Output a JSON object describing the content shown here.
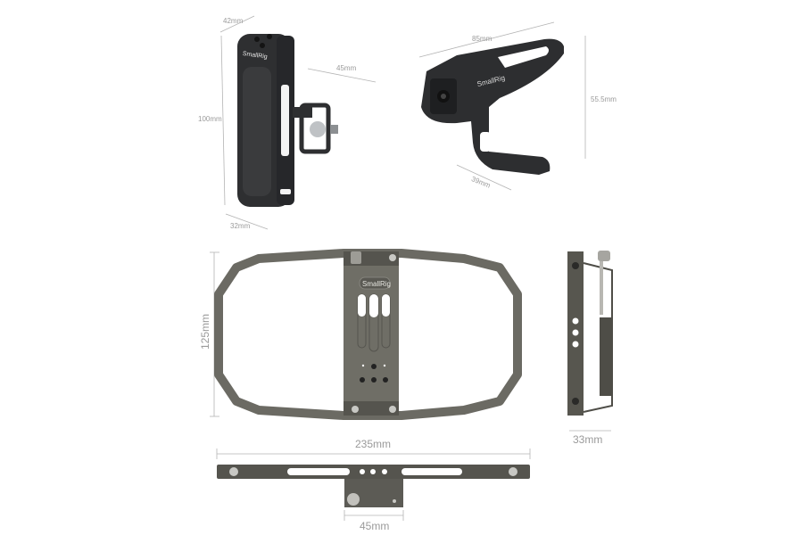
{
  "diagram": {
    "brand": "SmallRig",
    "products": [
      {
        "name": "side-handle",
        "dimensions": {
          "width": "42mm",
          "depth": "32mm",
          "height": "100mm",
          "arm": "45mm"
        }
      },
      {
        "name": "top-handle",
        "dimensions": {
          "length": "85mm",
          "height": "55.5mm",
          "base": "39mm"
        }
      },
      {
        "name": "phone-cage-front",
        "dimensions": {
          "height": "125mm"
        }
      },
      {
        "name": "phone-cage-side",
        "dimensions": {
          "depth": "33mm"
        }
      },
      {
        "name": "phone-cage-top",
        "dimensions": {
          "width": "235mm",
          "clamp": "45mm"
        }
      }
    ]
  },
  "labels": {
    "side_width": "42mm",
    "side_height": "100mm",
    "side_arm": "45mm",
    "side_depth": "32mm",
    "top_length": "85mm",
    "top_height": "55.5mm",
    "top_base": "39mm",
    "cage_height": "125mm",
    "cage_depth": "33mm",
    "cage_width": "235mm",
    "cage_clamp": "45mm",
    "logo": "SmallRig"
  },
  "colors": {
    "handle": "#2e2f31",
    "cage": "#6b6a63",
    "dimension": "#9a9a9a"
  }
}
